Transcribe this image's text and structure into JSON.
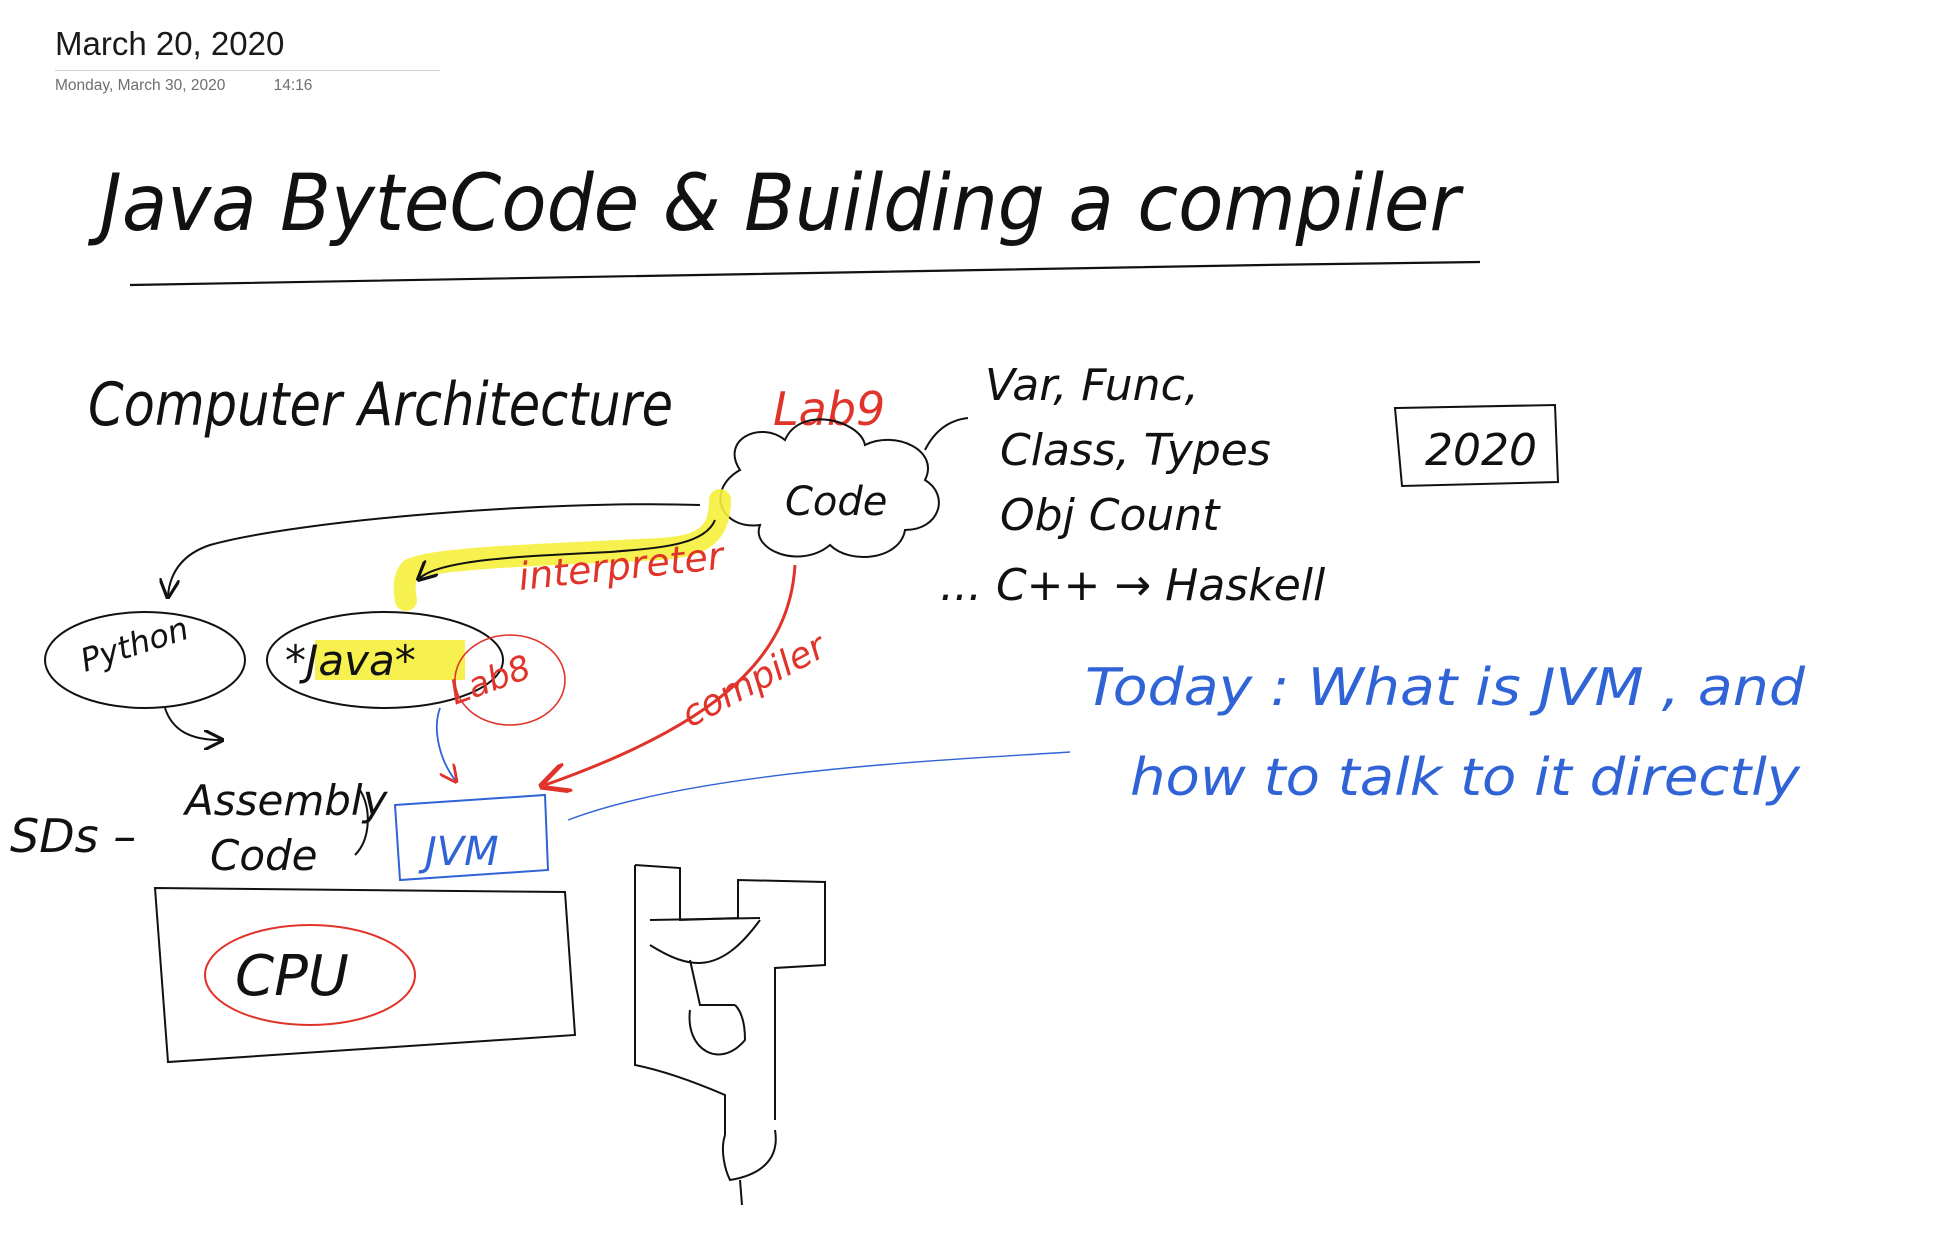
{
  "page": {
    "title": "March 20, 2020",
    "date": "Monday, March 30, 2020",
    "time": "14:16"
  },
  "ink": {
    "heading": "Java ByteCode & Building a compiler",
    "subheading": "Computer Architecture",
    "lab9": "Lab9",
    "code": "Code",
    "notes": [
      "Var, Func,",
      "Class, Types",
      "Obj Count",
      "... C++ → Haskell"
    ],
    "year_box": "2020",
    "interpreter": "interpreter",
    "compiler": "compiler",
    "python": "Python",
    "java": "*Java*",
    "lab8": "Lab8",
    "assembly": [
      "Assembly",
      "Code"
    ],
    "os": "SDs –",
    "jvm": "JVM",
    "cpu": "CPU",
    "today": [
      "Today : What is JVM , and",
      "how to talk to it directly"
    ]
  },
  "colors": {
    "ink_black": "#111111",
    "ink_red": "#e0342b",
    "ink_blue": "#2f63d6",
    "highlight": "#f6f03c",
    "title_text": "#1a1a1a",
    "meta_text": "#6e6e6e"
  }
}
